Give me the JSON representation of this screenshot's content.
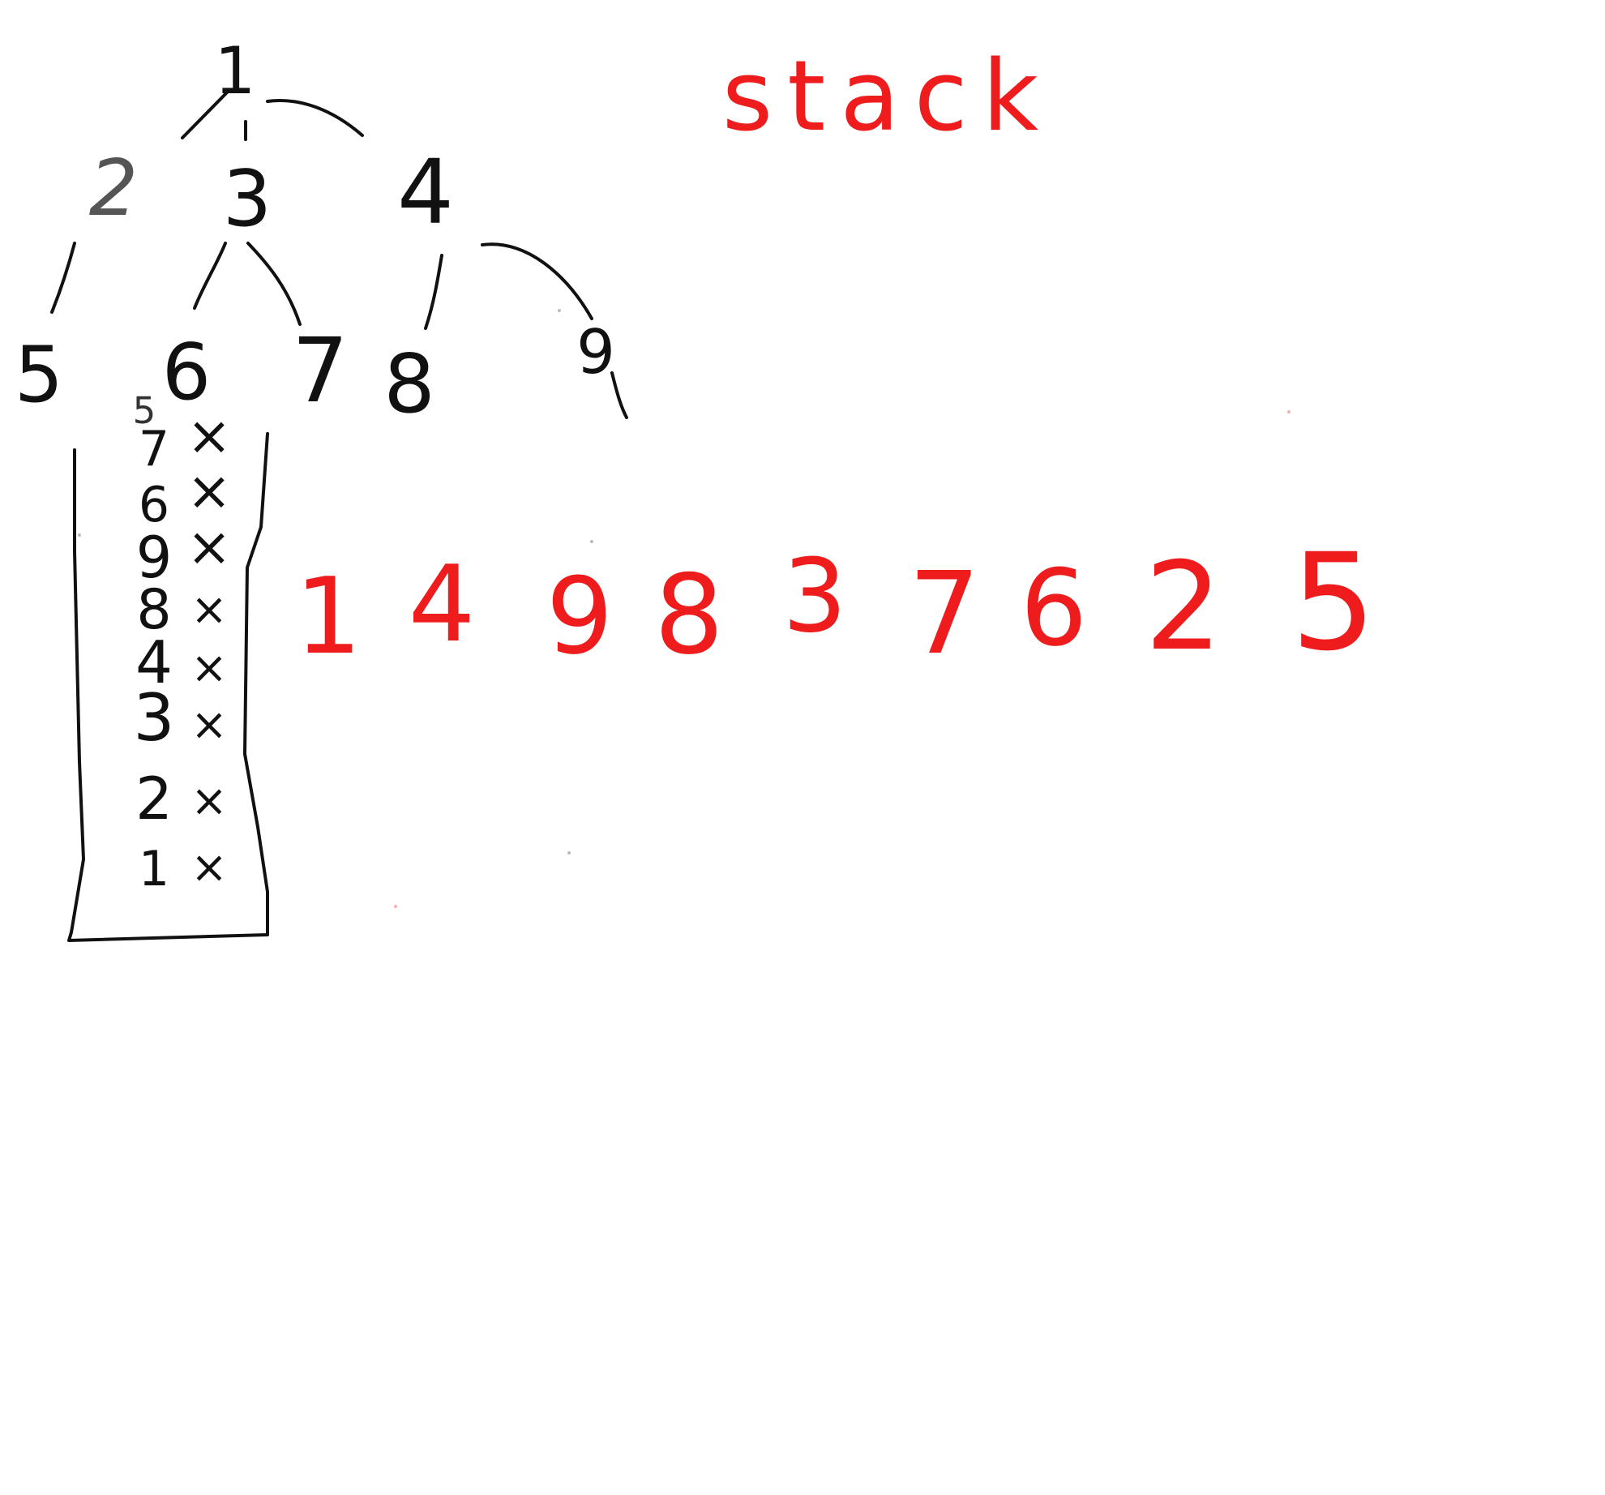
{
  "colors": {
    "ink": "#111111",
    "red": "#ee1c1c",
    "background": "#ffffff"
  },
  "title": "stack",
  "tree": {
    "root": "1",
    "level1": [
      "2",
      "3",
      "4"
    ],
    "level2": [
      "5",
      "6",
      "7",
      "8",
      "9"
    ]
  },
  "stack": {
    "top_value": "5",
    "entries": [
      {
        "value": "7",
        "mark": "×"
      },
      {
        "value": "6",
        "mark": "×"
      },
      {
        "value": "9",
        "mark": "×"
      },
      {
        "value": "8",
        "mark": "×"
      },
      {
        "value": "4",
        "mark": "×"
      },
      {
        "value": "3",
        "mark": "×"
      },
      {
        "value": "2",
        "mark": "×"
      },
      {
        "value": "1",
        "mark": "×"
      }
    ]
  },
  "traversal_order": [
    "1",
    "4",
    "9",
    "8",
    "3",
    "7",
    "6",
    "2",
    "5"
  ]
}
